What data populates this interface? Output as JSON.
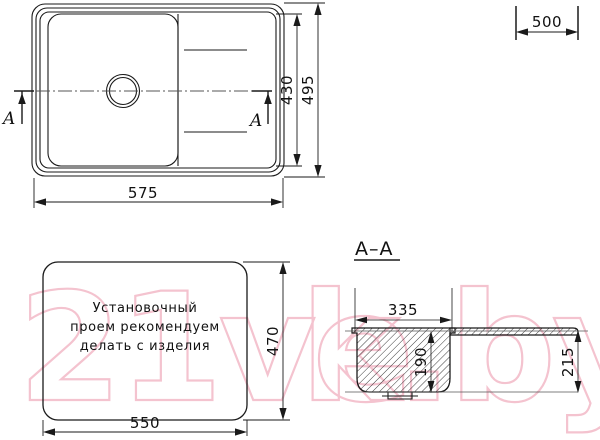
{
  "drawing": {
    "title": "Kitchen sink technical drawing",
    "units": "mm",
    "line_color": "#1a1a1a",
    "watermark_color": "#f4c3cf",
    "watermark_text": "21vek.by"
  },
  "top_view": {
    "name": "sink-top-view",
    "dimensions": {
      "width_outer": "575",
      "height_inner": "430",
      "height_outer": "495"
    },
    "section_marks": {
      "left_label": "A",
      "right_label": "A"
    },
    "features": {
      "drain_hole": "drain-opening",
      "drainboard_grooves": 2
    }
  },
  "corner_note": {
    "name": "cabinet-width-note",
    "value": "500"
  },
  "cutout_view": {
    "name": "installation-cutout-view",
    "note_lines": [
      "Установочный",
      "проем рекомендуем",
      "делать с изделия"
    ],
    "dimensions": {
      "width": "550",
      "height": "470"
    }
  },
  "section_view": {
    "name": "section-a-a-view",
    "title": "A–A",
    "dimensions": {
      "bowl_width": "335",
      "bowl_depth": "190",
      "overall_depth": "215"
    }
  }
}
